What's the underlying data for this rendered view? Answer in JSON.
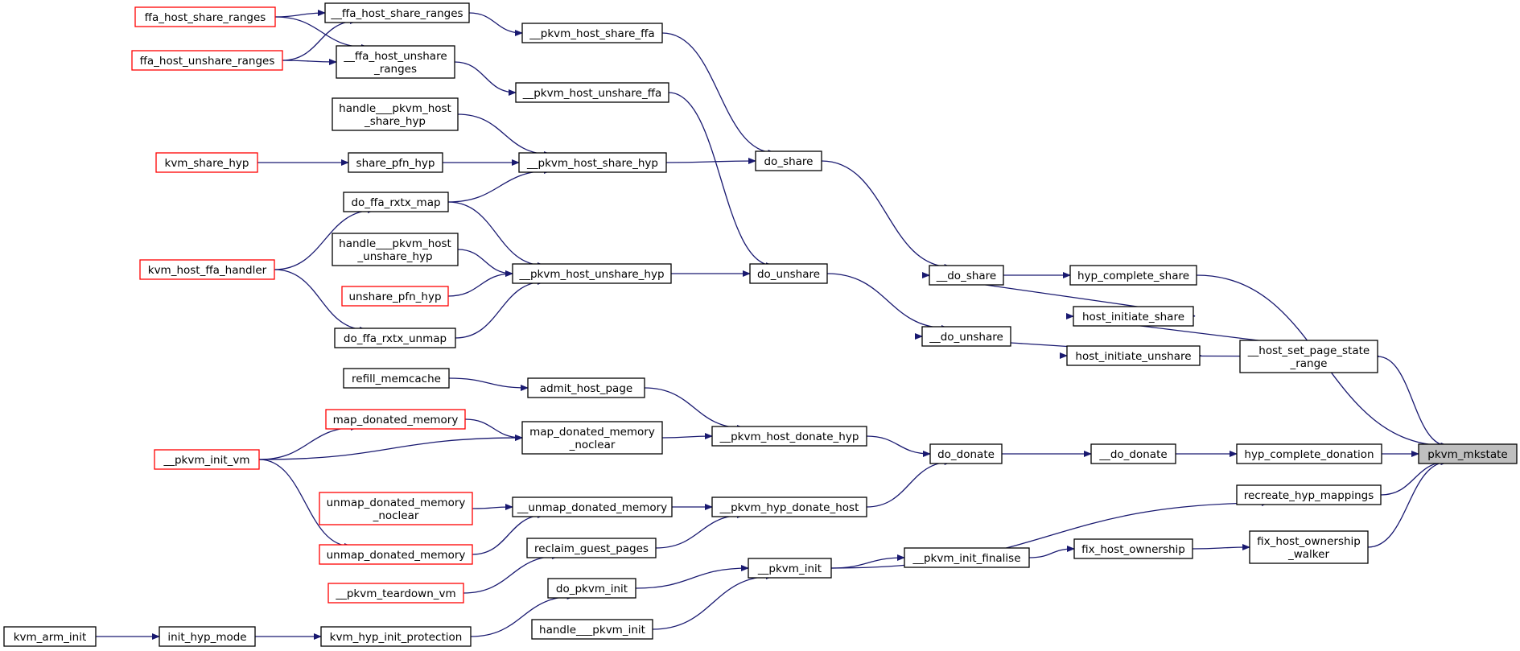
{
  "graph": {
    "direction": "callers-to-callee",
    "target": "pkvm_mkstate",
    "colors": {
      "edge": "#191970",
      "truncated_node_border": "#ff0000",
      "target_fill": "#bfbfbf",
      "node_border": "#000000"
    },
    "nodes": [
      {
        "id": "ffa_host_share_ranges",
        "lines": [
          "ffa_host_share_ranges"
        ],
        "truncated": true
      },
      {
        "id": "__ffa_host_share_ranges",
        "lines": [
          "__ffa_host_share_ranges"
        ]
      },
      {
        "id": "ffa_host_unshare_ranges",
        "lines": [
          "ffa_host_unshare_ranges"
        ],
        "truncated": true
      },
      {
        "id": "__ffa_host_unshare_ranges",
        "lines": [
          "__ffa_host_unshare",
          "_ranges"
        ]
      },
      {
        "id": "__pkvm_host_share_ffa",
        "lines": [
          "__pkvm_host_share_ffa"
        ]
      },
      {
        "id": "__pkvm_host_unshare_ffa",
        "lines": [
          "__pkvm_host_unshare_ffa"
        ]
      },
      {
        "id": "handle___pkvm_host_share_hyp",
        "lines": [
          "handle___pkvm_host",
          "_share_hyp"
        ]
      },
      {
        "id": "kvm_share_hyp",
        "lines": [
          "kvm_share_hyp"
        ],
        "truncated": true
      },
      {
        "id": "share_pfn_hyp",
        "lines": [
          "share_pfn_hyp"
        ]
      },
      {
        "id": "__pkvm_host_share_hyp",
        "lines": [
          "__pkvm_host_share_hyp"
        ]
      },
      {
        "id": "do_share",
        "lines": [
          "do_share"
        ]
      },
      {
        "id": "do_ffa_rxtx_map",
        "lines": [
          "do_ffa_rxtx_map"
        ]
      },
      {
        "id": "kvm_host_ffa_handler",
        "lines": [
          "kvm_host_ffa_handler"
        ],
        "truncated": true
      },
      {
        "id": "handle___pkvm_host_unshare_hyp",
        "lines": [
          "handle___pkvm_host",
          "_unshare_hyp"
        ]
      },
      {
        "id": "unshare_pfn_hyp",
        "lines": [
          "unshare_pfn_hyp"
        ],
        "truncated": true
      },
      {
        "id": "__pkvm_host_unshare_hyp",
        "lines": [
          "__pkvm_host_unshare_hyp"
        ]
      },
      {
        "id": "do_unshare",
        "lines": [
          "do_unshare"
        ]
      },
      {
        "id": "__do_share",
        "lines": [
          "__do_share"
        ]
      },
      {
        "id": "hyp_complete_share",
        "lines": [
          "hyp_complete_share"
        ]
      },
      {
        "id": "do_ffa_rxtx_unmap",
        "lines": [
          "do_ffa_rxtx_unmap"
        ]
      },
      {
        "id": "host_initiate_share",
        "lines": [
          "host_initiate_share"
        ]
      },
      {
        "id": "__do_unshare",
        "lines": [
          "__do_unshare"
        ]
      },
      {
        "id": "host_initiate_unshare",
        "lines": [
          "host_initiate_unshare"
        ]
      },
      {
        "id": "__host_set_page_state_range",
        "lines": [
          "__host_set_page_state",
          "_range"
        ]
      },
      {
        "id": "refill_memcache",
        "lines": [
          "refill_memcache"
        ]
      },
      {
        "id": "admit_host_page",
        "lines": [
          "admit_host_page"
        ]
      },
      {
        "id": "map_donated_memory",
        "lines": [
          "map_donated_memory"
        ],
        "truncated": true
      },
      {
        "id": "map_donated_memory_noclear",
        "lines": [
          "map_donated_memory",
          "_noclear"
        ]
      },
      {
        "id": "__pkvm_host_donate_hyp",
        "lines": [
          "__pkvm_host_donate_hyp"
        ]
      },
      {
        "id": "__pkvm_init_vm",
        "lines": [
          "__pkvm_init_vm"
        ],
        "truncated": true
      },
      {
        "id": "do_donate",
        "lines": [
          "do_donate"
        ]
      },
      {
        "id": "__do_donate",
        "lines": [
          "__do_donate"
        ]
      },
      {
        "id": "hyp_complete_donation",
        "lines": [
          "hyp_complete_donation"
        ]
      },
      {
        "id": "pkvm_mkstate",
        "lines": [
          "pkvm_mkstate"
        ],
        "target": true
      },
      {
        "id": "recreate_hyp_mappings",
        "lines": [
          "recreate_hyp_mappings"
        ]
      },
      {
        "id": "unmap_donated_memory_noclear",
        "lines": [
          "unmap_donated_memory",
          "_noclear"
        ],
        "truncated": true
      },
      {
        "id": "__unmap_donated_memory",
        "lines": [
          "__unmap_donated_memory"
        ]
      },
      {
        "id": "__pkvm_hyp_donate_host",
        "lines": [
          "__pkvm_hyp_donate_host"
        ]
      },
      {
        "id": "unmap_donated_memory",
        "lines": [
          "unmap_donated_memory"
        ],
        "truncated": true
      },
      {
        "id": "reclaim_guest_pages",
        "lines": [
          "reclaim_guest_pages"
        ]
      },
      {
        "id": "fix_host_ownership_walker",
        "lines": [
          "fix_host_ownership",
          "_walker"
        ]
      },
      {
        "id": "fix_host_ownership",
        "lines": [
          "fix_host_ownership"
        ]
      },
      {
        "id": "__pkvm_init_finalise",
        "lines": [
          "__pkvm_init_finalise"
        ]
      },
      {
        "id": "__pkvm_init",
        "lines": [
          "__pkvm_init"
        ]
      },
      {
        "id": "__pkvm_teardown_vm",
        "lines": [
          "__pkvm_teardown_vm"
        ],
        "truncated": true
      },
      {
        "id": "do_pkvm_init",
        "lines": [
          "do_pkvm_init"
        ]
      },
      {
        "id": "kvm_arm_init",
        "lines": [
          "kvm_arm_init"
        ]
      },
      {
        "id": "init_hyp_mode",
        "lines": [
          "init_hyp_mode"
        ]
      },
      {
        "id": "kvm_hyp_init_protection",
        "lines": [
          "kvm_hyp_init_protection"
        ]
      },
      {
        "id": "handle___pkvm_init",
        "lines": [
          "handle___pkvm_init"
        ]
      }
    ],
    "edges": [
      [
        "ffa_host_share_ranges",
        "__ffa_host_share_ranges"
      ],
      [
        "ffa_host_share_ranges",
        "__ffa_host_unshare_ranges"
      ],
      [
        "ffa_host_unshare_ranges",
        "__ffa_host_share_ranges"
      ],
      [
        "ffa_host_unshare_ranges",
        "__ffa_host_unshare_ranges"
      ],
      [
        "__ffa_host_share_ranges",
        "__pkvm_host_share_ffa"
      ],
      [
        "__ffa_host_unshare_ranges",
        "__pkvm_host_unshare_ffa"
      ],
      [
        "__pkvm_host_share_ffa",
        "do_share"
      ],
      [
        "__pkvm_host_unshare_ffa",
        "do_unshare"
      ],
      [
        "handle___pkvm_host_share_hyp",
        "__pkvm_host_share_hyp"
      ],
      [
        "kvm_share_hyp",
        "share_pfn_hyp"
      ],
      [
        "share_pfn_hyp",
        "__pkvm_host_share_hyp"
      ],
      [
        "do_ffa_rxtx_map",
        "__pkvm_host_share_hyp"
      ],
      [
        "do_ffa_rxtx_map",
        "__pkvm_host_unshare_hyp"
      ],
      [
        "__pkvm_host_share_hyp",
        "do_share"
      ],
      [
        "kvm_host_ffa_handler",
        "do_ffa_rxtx_map"
      ],
      [
        "kvm_host_ffa_handler",
        "do_ffa_rxtx_unmap"
      ],
      [
        "handle___pkvm_host_unshare_hyp",
        "__pkvm_host_unshare_hyp"
      ],
      [
        "unshare_pfn_hyp",
        "__pkvm_host_unshare_hyp"
      ],
      [
        "do_ffa_rxtx_unmap",
        "__pkvm_host_unshare_hyp"
      ],
      [
        "__pkvm_host_unshare_hyp",
        "do_unshare"
      ],
      [
        "do_share",
        "__do_share"
      ],
      [
        "do_unshare",
        "__do_unshare"
      ],
      [
        "__do_share",
        "hyp_complete_share"
      ],
      [
        "host_initiate_share",
        "__do_share"
      ],
      [
        "host_initiate_unshare",
        "__do_unshare"
      ],
      [
        "__host_set_page_state_range",
        "host_initiate_share"
      ],
      [
        "__host_set_page_state_range",
        "host_initiate_unshare"
      ],
      [
        "hyp_complete_share",
        "pkvm_mkstate"
      ],
      [
        "__host_set_page_state_range",
        "pkvm_mkstate"
      ],
      [
        "refill_memcache",
        "admit_host_page"
      ],
      [
        "admit_host_page",
        "__pkvm_host_donate_hyp"
      ],
      [
        "__pkvm_init_vm",
        "map_donated_memory"
      ],
      [
        "map_donated_memory",
        "map_donated_memory_noclear"
      ],
      [
        "__pkvm_init_vm",
        "map_donated_memory_noclear"
      ],
      [
        "map_donated_memory_noclear",
        "__pkvm_host_donate_hyp"
      ],
      [
        "__pkvm_host_donate_hyp",
        "do_donate"
      ],
      [
        "__pkvm_hyp_donate_host",
        "do_donate"
      ],
      [
        "do_donate",
        "__do_donate"
      ],
      [
        "__do_donate",
        "hyp_complete_donation"
      ],
      [
        "hyp_complete_donation",
        "pkvm_mkstate"
      ],
      [
        "recreate_hyp_mappings",
        "pkvm_mkstate"
      ],
      [
        "fix_host_ownership_walker",
        "pkvm_mkstate"
      ],
      [
        "__pkvm_init_vm",
        "unmap_donated_memory"
      ],
      [
        "unmap_donated_memory_noclear",
        "__unmap_donated_memory"
      ],
      [
        "unmap_donated_memory",
        "__unmap_donated_memory"
      ],
      [
        "__unmap_donated_memory",
        "__pkvm_hyp_donate_host"
      ],
      [
        "reclaim_guest_pages",
        "__pkvm_hyp_donate_host"
      ],
      [
        "__pkvm_teardown_vm",
        "reclaim_guest_pages"
      ],
      [
        "__pkvm_init",
        "recreate_hyp_mappings"
      ],
      [
        "__pkvm_init",
        "__pkvm_init_finalise"
      ],
      [
        "__pkvm_init_finalise",
        "fix_host_ownership"
      ],
      [
        "fix_host_ownership",
        "fix_host_ownership_walker"
      ],
      [
        "do_pkvm_init",
        "__pkvm_init"
      ],
      [
        "handle___pkvm_init",
        "__pkvm_init"
      ],
      [
        "kvm_arm_init",
        "init_hyp_mode"
      ],
      [
        "init_hyp_mode",
        "kvm_hyp_init_protection"
      ],
      [
        "kvm_hyp_init_protection",
        "do_pkvm_init"
      ]
    ]
  }
}
